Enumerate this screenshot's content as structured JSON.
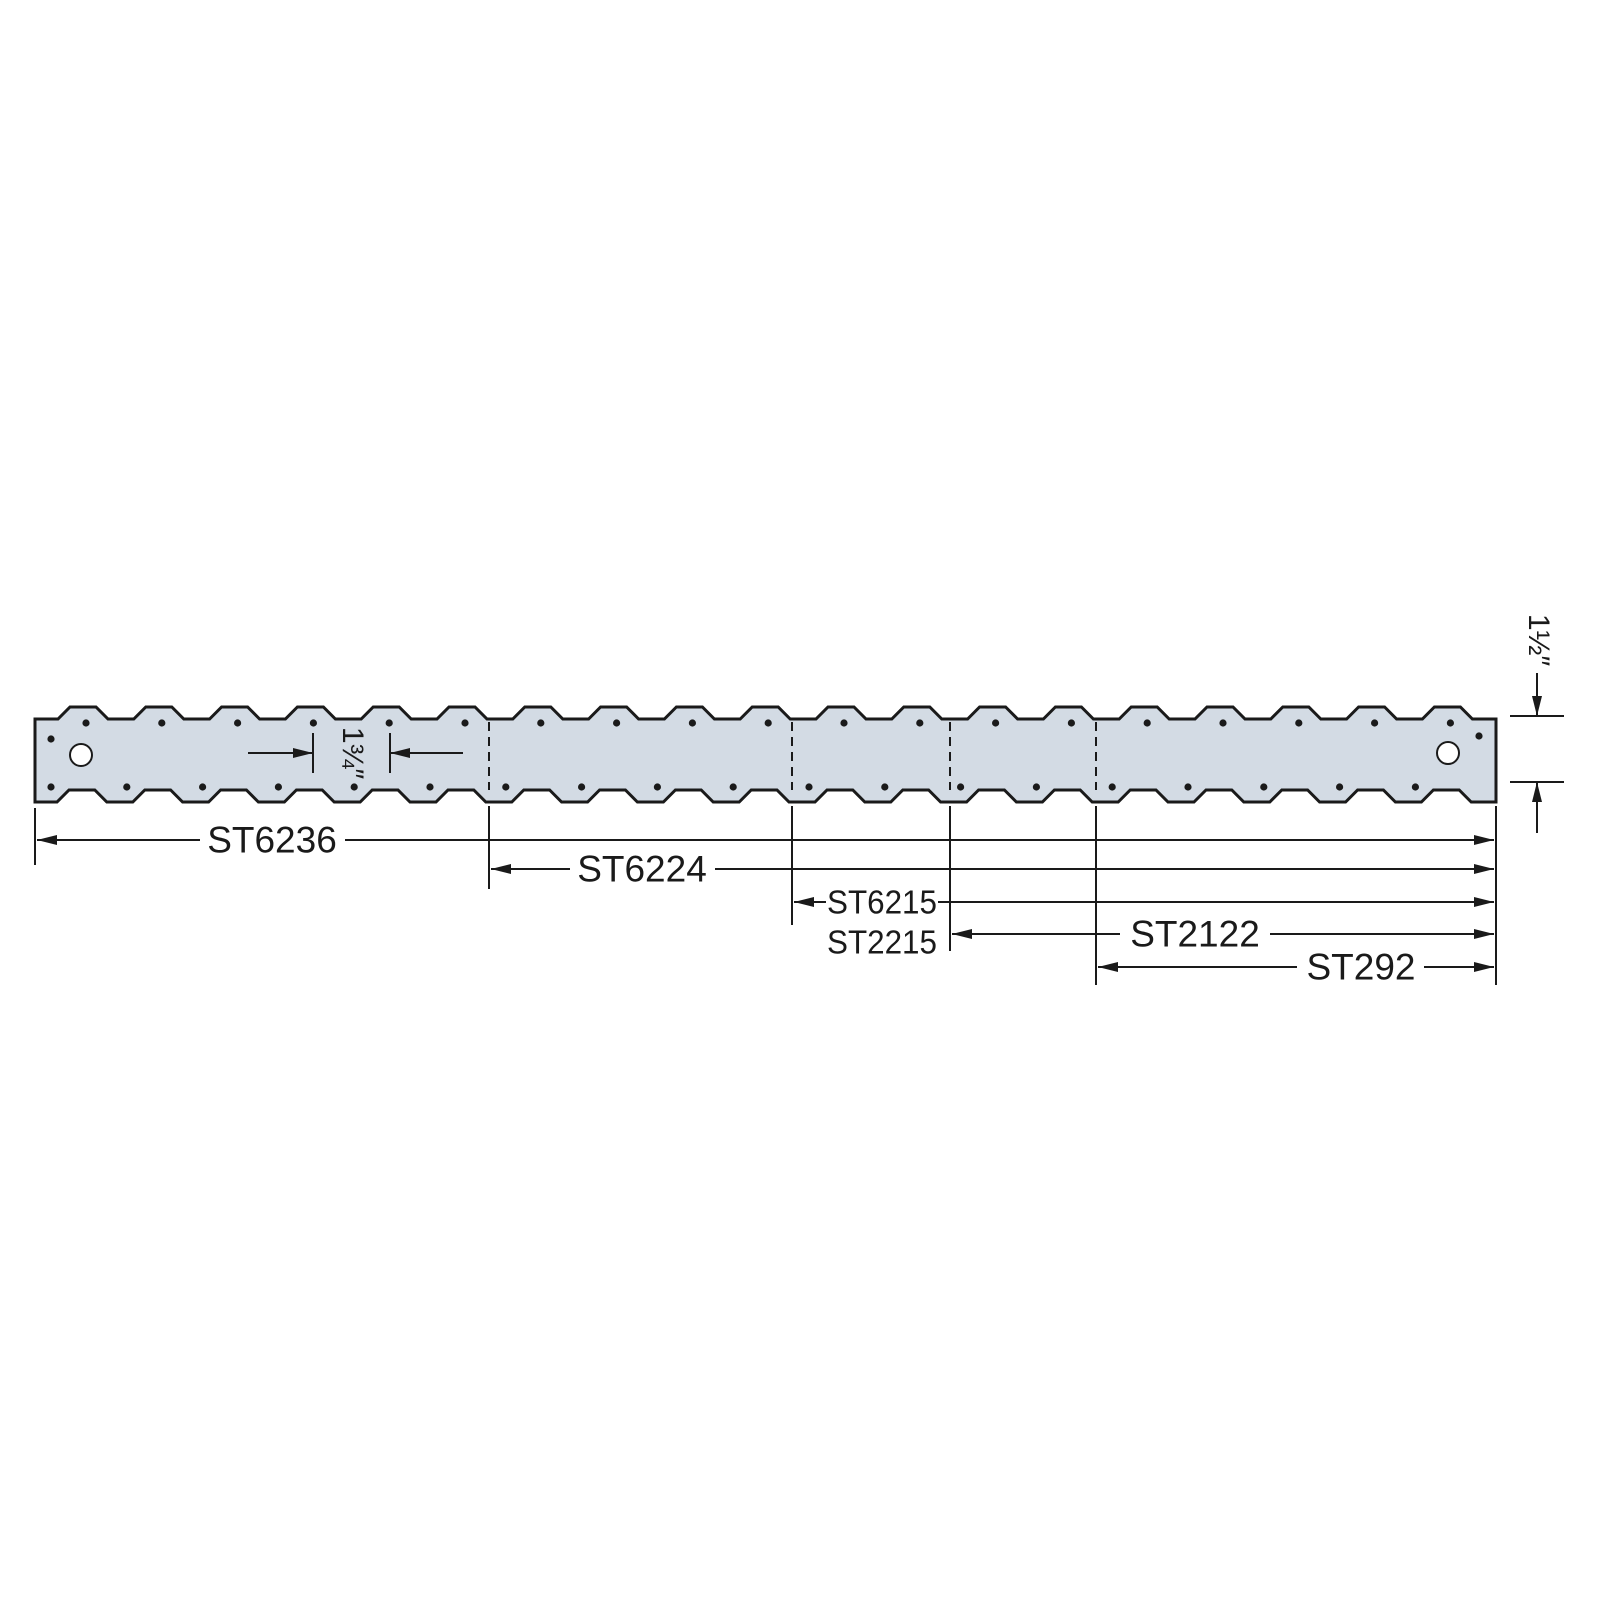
{
  "colors": {
    "strap_fill": "#d3dbe4",
    "line": "#1a1a1a",
    "background": "#ffffff"
  },
  "dimensions": {
    "width_label": "1¾″",
    "height_label": "1½″"
  },
  "models": [
    {
      "label": "ST6236"
    },
    {
      "label": "ST6224"
    },
    {
      "label": "ST6215"
    },
    {
      "label": "ST2215"
    },
    {
      "label": "ST2122"
    },
    {
      "label": "ST292"
    }
  ]
}
